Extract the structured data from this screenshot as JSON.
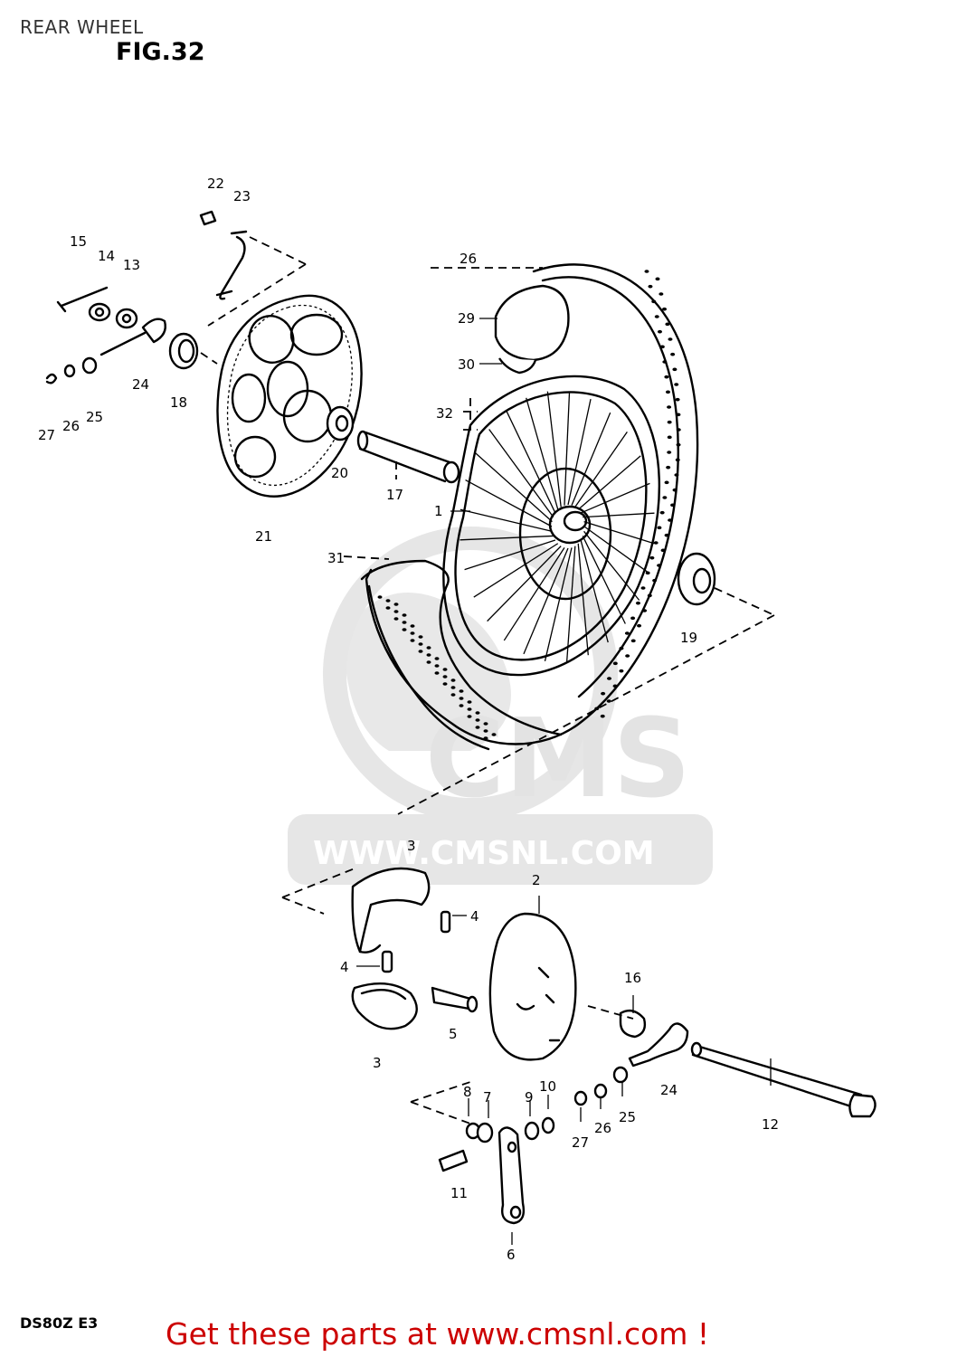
{
  "header": {
    "title": "REAR WHEEL",
    "figure": "FIG.32"
  },
  "watermark": {
    "brand": "CMS",
    "url": "WWW.CMSNL.COM",
    "color": "#e6e6e6"
  },
  "callouts": [
    {
      "id": "c22",
      "label": "22"
    },
    {
      "id": "c23",
      "label": "23"
    },
    {
      "id": "c15",
      "label": "15"
    },
    {
      "id": "c14",
      "label": "14"
    },
    {
      "id": "c13",
      "label": "13"
    },
    {
      "id": "c24a",
      "label": "24"
    },
    {
      "id": "c18",
      "label": "18"
    },
    {
      "id": "c27a",
      "label": "27"
    },
    {
      "id": "c26a",
      "label": "26"
    },
    {
      "id": "c25a",
      "label": "25"
    },
    {
      "id": "c20",
      "label": "20"
    },
    {
      "id": "c17",
      "label": "17"
    },
    {
      "id": "c21",
      "label": "21"
    },
    {
      "id": "c28",
      "label": "26"
    },
    {
      "id": "c29",
      "label": "29"
    },
    {
      "id": "c30",
      "label": "30"
    },
    {
      "id": "c32",
      "label": "32"
    },
    {
      "id": "c1",
      "label": "1"
    },
    {
      "id": "c31",
      "label": "31"
    },
    {
      "id": "c19",
      "label": "19"
    },
    {
      "id": "c3a",
      "label": "3"
    },
    {
      "id": "c4a",
      "label": "4"
    },
    {
      "id": "c4b",
      "label": "4"
    },
    {
      "id": "c2",
      "label": "2"
    },
    {
      "id": "c5",
      "label": "5"
    },
    {
      "id": "c3b",
      "label": "3"
    },
    {
      "id": "c16",
      "label": "16"
    },
    {
      "id": "c24b",
      "label": "24"
    },
    {
      "id": "c12",
      "label": "12"
    },
    {
      "id": "c8",
      "label": "8"
    },
    {
      "id": "c7",
      "label": "7"
    },
    {
      "id": "c9",
      "label": "9"
    },
    {
      "id": "c10",
      "label": "10"
    },
    {
      "id": "c27b",
      "label": "27"
    },
    {
      "id": "c26b",
      "label": "26"
    },
    {
      "id": "c25b",
      "label": "25"
    },
    {
      "id": "c11",
      "label": "11"
    },
    {
      "id": "c6",
      "label": "6"
    }
  ],
  "footer": {
    "model": "DS80Z E3",
    "cta": "Get these parts at www.cmsnl.com !",
    "cta_color": "#cc0000"
  }
}
